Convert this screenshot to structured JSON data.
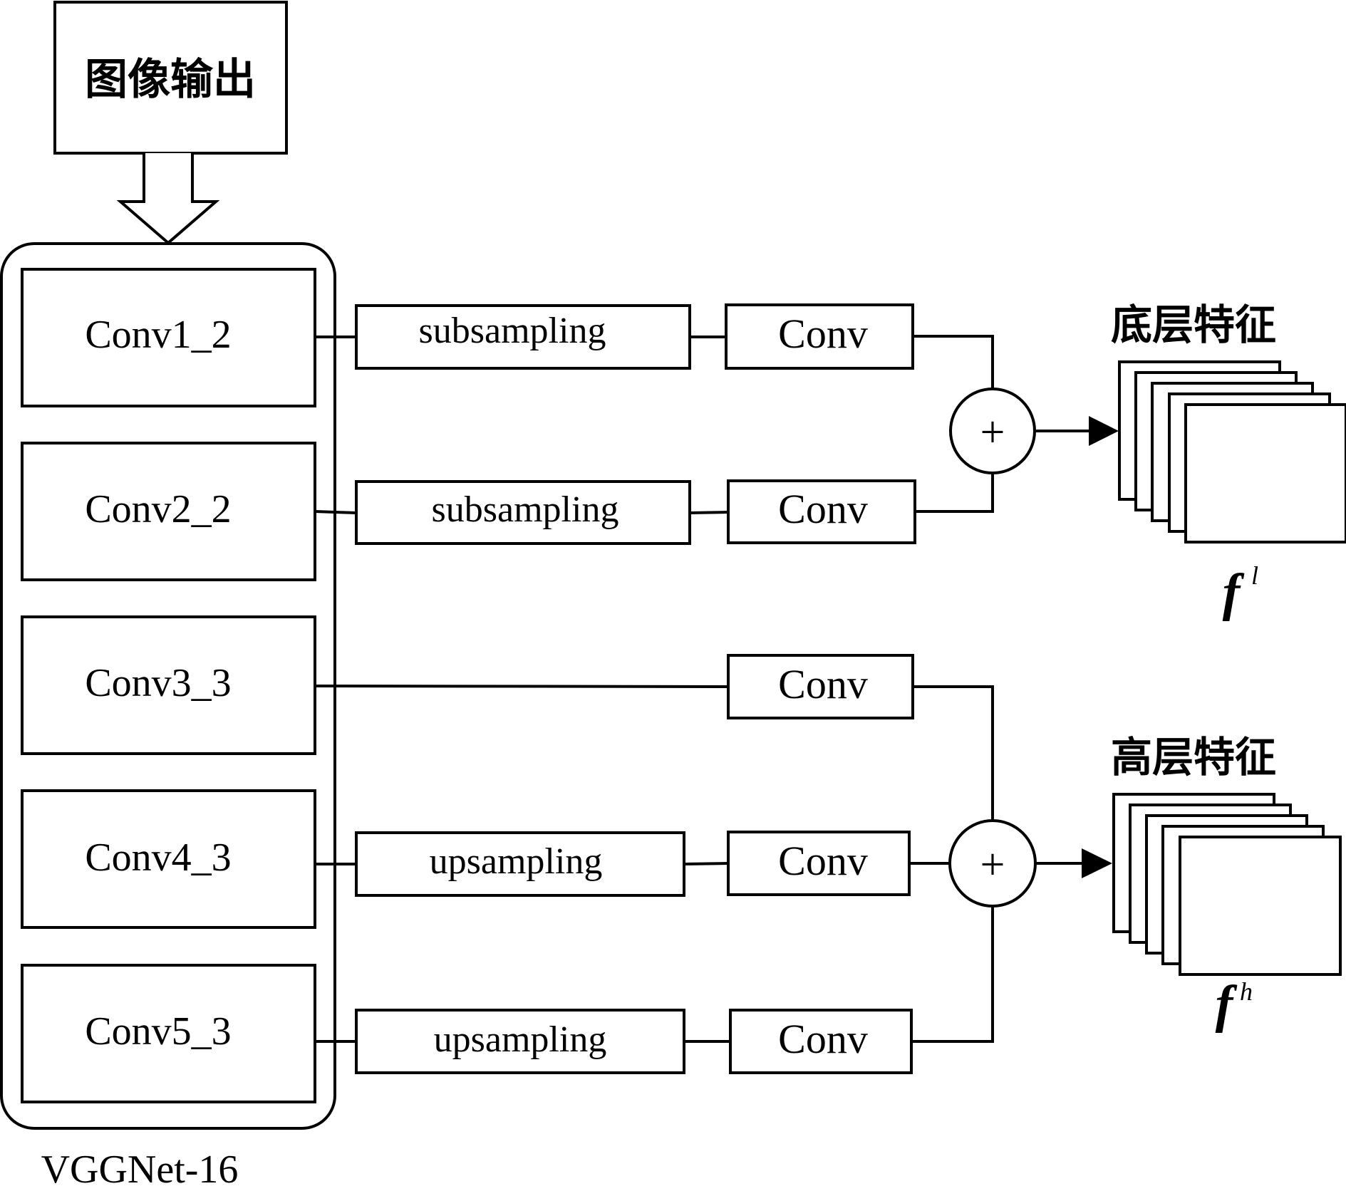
{
  "input_box": {
    "label": "图像输出"
  },
  "backbone": {
    "caption": "VGGNet-16",
    "layers": [
      "Conv1_2",
      "Conv2_2",
      "Conv3_3",
      "Conv4_3",
      "Conv5_3"
    ]
  },
  "branches": {
    "b1": {
      "op": "subsampling",
      "conv": "Conv"
    },
    "b2": {
      "op": "subsampling",
      "conv": "Conv"
    },
    "b3": {
      "conv": "Conv"
    },
    "b4": {
      "op": "upsampling",
      "conv": "Conv"
    },
    "b5": {
      "op": "upsampling",
      "conv": "Conv"
    }
  },
  "merge": {
    "symbol": "+"
  },
  "outputs": {
    "low": {
      "title": "底层特征",
      "symbol": "f",
      "superscript": "l"
    },
    "high": {
      "title": "高层特征",
      "symbol": "f",
      "superscript": "h"
    }
  }
}
